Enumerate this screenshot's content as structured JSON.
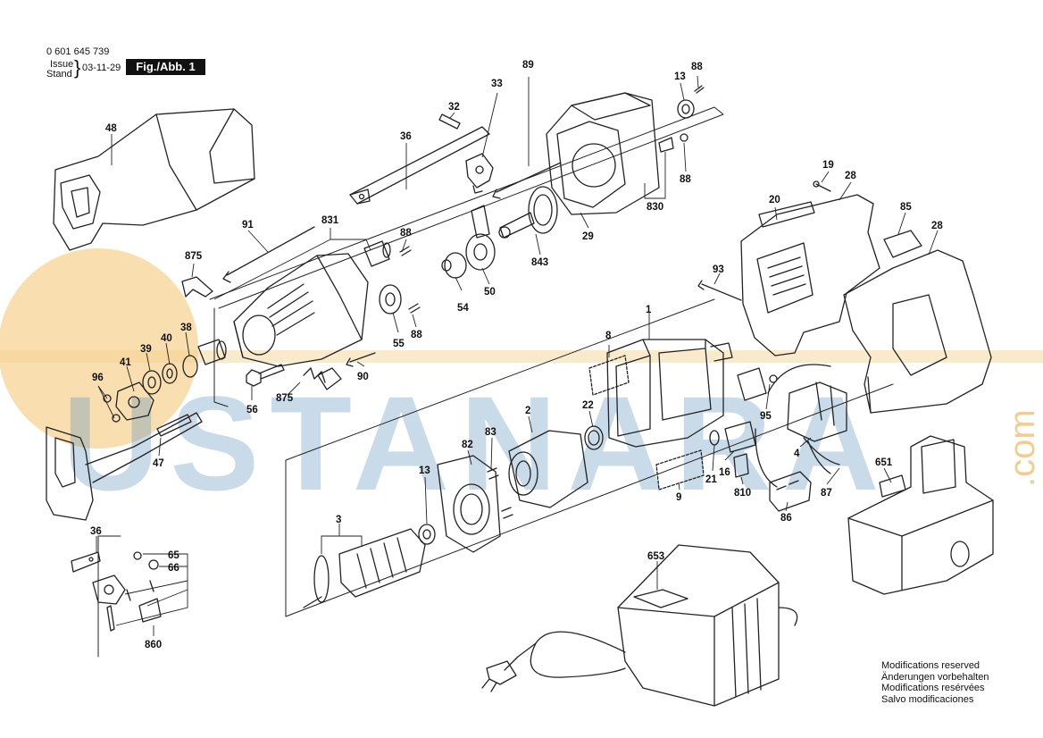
{
  "header": {
    "part_number": "0 601 645 739",
    "issue_label": "Issue",
    "stand_label": "Stand",
    "date": "03-11-29",
    "figure": "Fig./Abb. 1"
  },
  "watermark": {
    "text": "USTANARA",
    "suffix": ".com",
    "color": "#e8a02a",
    "text_color": "#2f6fa8"
  },
  "callouts": [
    {
      "id": "c-48",
      "label": "48"
    },
    {
      "id": "c-32",
      "label": "32"
    },
    {
      "id": "c-36a",
      "label": "36"
    },
    {
      "id": "c-33",
      "label": "33"
    },
    {
      "id": "c-89",
      "label": "89"
    },
    {
      "id": "c-13a",
      "label": "13"
    },
    {
      "id": "c-88a",
      "label": "88"
    },
    {
      "id": "c-88b",
      "label": "88"
    },
    {
      "id": "c-830",
      "label": "830"
    },
    {
      "id": "c-29",
      "label": "29"
    },
    {
      "id": "c-19",
      "label": "19"
    },
    {
      "id": "c-28a",
      "label": "28"
    },
    {
      "id": "c-20",
      "label": "20"
    },
    {
      "id": "c-85",
      "label": "85"
    },
    {
      "id": "c-28b",
      "label": "28"
    },
    {
      "id": "c-91",
      "label": "91"
    },
    {
      "id": "c-831",
      "label": "831"
    },
    {
      "id": "c-88c",
      "label": "88"
    },
    {
      "id": "c-843",
      "label": "843"
    },
    {
      "id": "c-875a",
      "label": "875"
    },
    {
      "id": "c-54",
      "label": "54"
    },
    {
      "id": "c-50",
      "label": "50"
    },
    {
      "id": "c-93",
      "label": "93"
    },
    {
      "id": "c-38",
      "label": "38"
    },
    {
      "id": "c-40",
      "label": "40"
    },
    {
      "id": "c-39",
      "label": "39"
    },
    {
      "id": "c-88d",
      "label": "88"
    },
    {
      "id": "c-55",
      "label": "55"
    },
    {
      "id": "c-1",
      "label": "1"
    },
    {
      "id": "c-8",
      "label": "8"
    },
    {
      "id": "c-41",
      "label": "41"
    },
    {
      "id": "c-96",
      "label": "96"
    },
    {
      "id": "c-90",
      "label": "90"
    },
    {
      "id": "c-875b",
      "label": "875"
    },
    {
      "id": "c-56",
      "label": "56"
    },
    {
      "id": "c-95",
      "label": "95"
    },
    {
      "id": "c-22",
      "label": "22"
    },
    {
      "id": "c-2",
      "label": "2"
    },
    {
      "id": "c-83",
      "label": "83"
    },
    {
      "id": "c-82",
      "label": "82"
    },
    {
      "id": "c-47",
      "label": "47"
    },
    {
      "id": "c-4",
      "label": "4"
    },
    {
      "id": "c-16",
      "label": "16"
    },
    {
      "id": "c-21",
      "label": "21"
    },
    {
      "id": "c-651",
      "label": "651"
    },
    {
      "id": "c-13b",
      "label": "13"
    },
    {
      "id": "c-9",
      "label": "9"
    },
    {
      "id": "c-810",
      "label": "810"
    },
    {
      "id": "c-87",
      "label": "87"
    },
    {
      "id": "c-86",
      "label": "86"
    },
    {
      "id": "c-3",
      "label": "3"
    },
    {
      "id": "c-36b",
      "label": "36"
    },
    {
      "id": "c-65",
      "label": "65"
    },
    {
      "id": "c-66",
      "label": "66"
    },
    {
      "id": "c-653",
      "label": "653"
    },
    {
      "id": "c-860",
      "label": "860"
    }
  ],
  "notes": [
    "Modifications reserved",
    "Änderungen vorbehalten",
    "Modifications resérvées",
    "Salvo modificaciones"
  ]
}
